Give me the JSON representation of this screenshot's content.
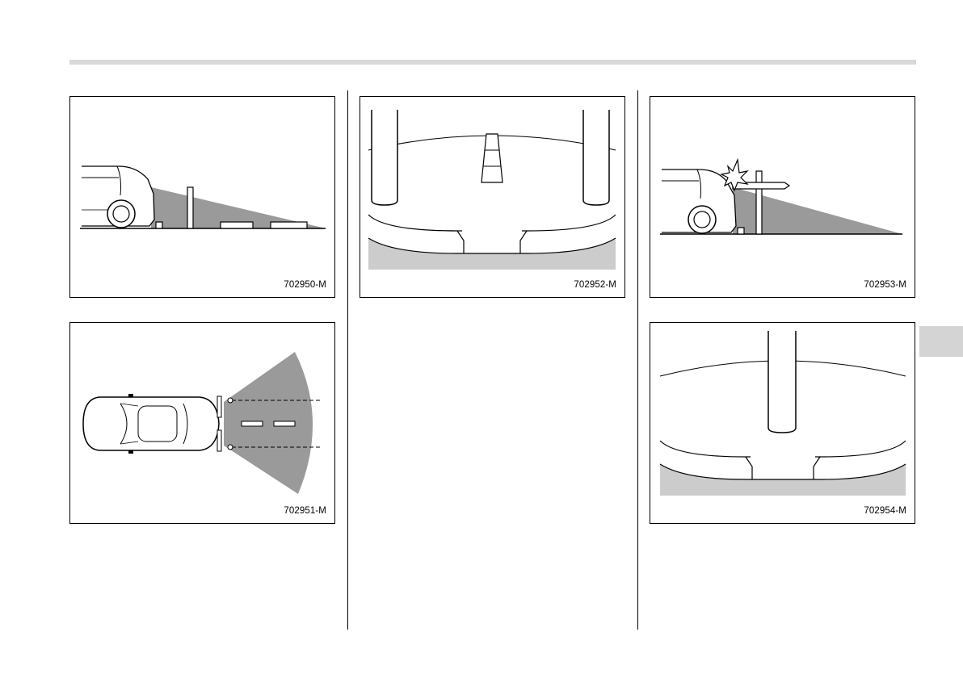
{
  "figures": [
    {
      "id": "fig-1",
      "code": "702950-M"
    },
    {
      "id": "fig-2",
      "code": "702951-M"
    },
    {
      "id": "fig-3",
      "code": "702952-M"
    },
    {
      "id": "fig-4",
      "code": "702953-M"
    },
    {
      "id": "fig-5",
      "code": "702954-M"
    }
  ],
  "colors": {
    "sensor_zone": "#9a9a9a",
    "ground_band": "#cccccc",
    "tab": "#d4d4d4",
    "rule": "#d9d9d9"
  }
}
